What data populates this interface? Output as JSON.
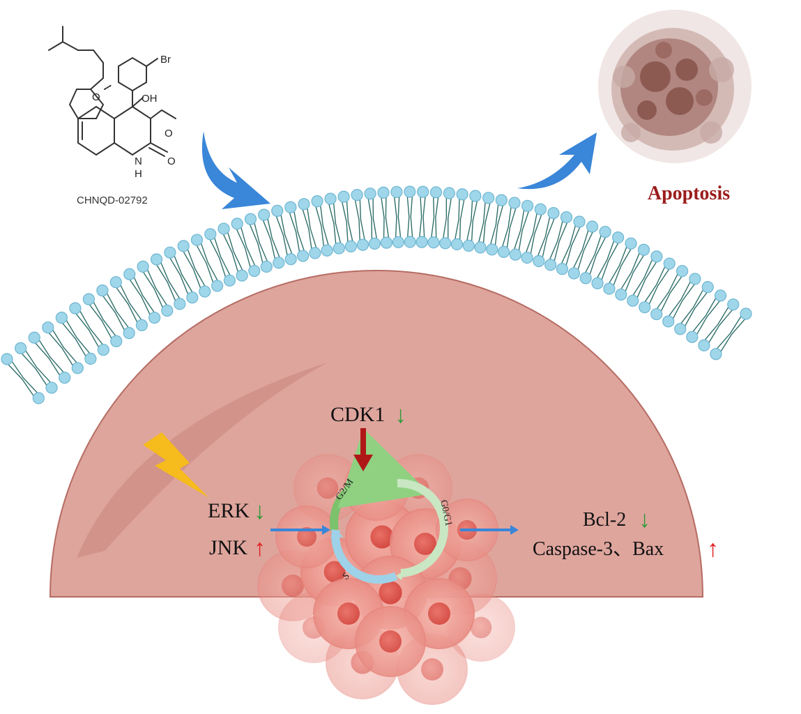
{
  "compound": {
    "name": "CHNQD-02792",
    "atoms": {
      "br": "Br",
      "o_ring": "O",
      "oh": "OH",
      "o_methoxy": "O",
      "n": "N",
      "h": "H",
      "o_carbonyl": "O"
    }
  },
  "outcome": {
    "label": "Apoptosis",
    "color": "#9b1c1c"
  },
  "regulators": {
    "cdk1": {
      "label": "CDK1",
      "arrow": "↓"
    },
    "erk": {
      "label": "ERK",
      "arrow": "↓"
    },
    "jnk": {
      "label": "JNK",
      "arrow": "↑"
    },
    "bcl2": {
      "label": "Bcl-2",
      "arrow": "↓"
    },
    "casp_bax": {
      "label": "Caspase-3、Bax",
      "arrow": "↑"
    }
  },
  "cell_cycle": {
    "g2m": "G2/M",
    "g0g1": "G0/G1",
    "s": "S"
  },
  "colors": {
    "down_arrow": "#2e9a3a",
    "up_arrow": "#e02020",
    "cdk1_inhibit_arrow": "#b01818",
    "blue_arrow": "#3a86d8",
    "nucleus": "#dea59d",
    "lipid_head": "#9fd6ea",
    "lightning": "#f6bb1c"
  }
}
